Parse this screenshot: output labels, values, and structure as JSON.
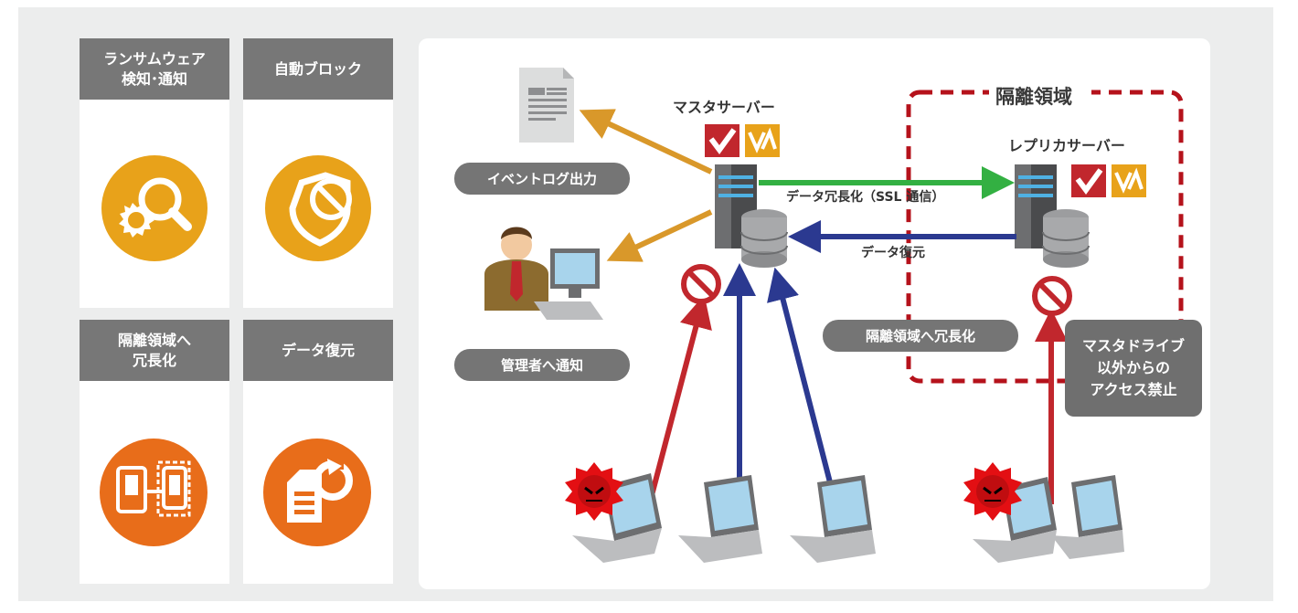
{
  "features": [
    {
      "title": "ランサムウェア\n検知･通知",
      "icon": "ransomware-search-icon"
    },
    {
      "title": "自動ブロック",
      "icon": "shield-block-icon"
    },
    {
      "title": "隔離領域へ\n冗長化",
      "icon": "server-replication-icon"
    },
    {
      "title": "データ復元",
      "icon": "document-restore-icon"
    }
  ],
  "diagram": {
    "master_server_label": "マスタサーバー",
    "replica_server_label": "レプリカサーバー",
    "isolation_area_label": "隔離領域",
    "event_log_label": "イベントログ出力",
    "admin_notify_label": "管理者へ通知",
    "redundancy_label": "データ冗長化（SSL 通信）",
    "restore_label": "データ復元",
    "isolation_redundancy_label": "隔離領域へ冗長化",
    "access_note": "マスタドライブ\n以外からの\nアクセス禁止"
  },
  "colors": {
    "accent_orange": "#e8a21a",
    "deep_orange": "#e86d1a",
    "arrow_gold": "#d9982a",
    "arrow_green": "#33b042",
    "arrow_navy": "#2b3990",
    "arrow_red": "#c1272d",
    "isolation_border": "#b5121b"
  }
}
